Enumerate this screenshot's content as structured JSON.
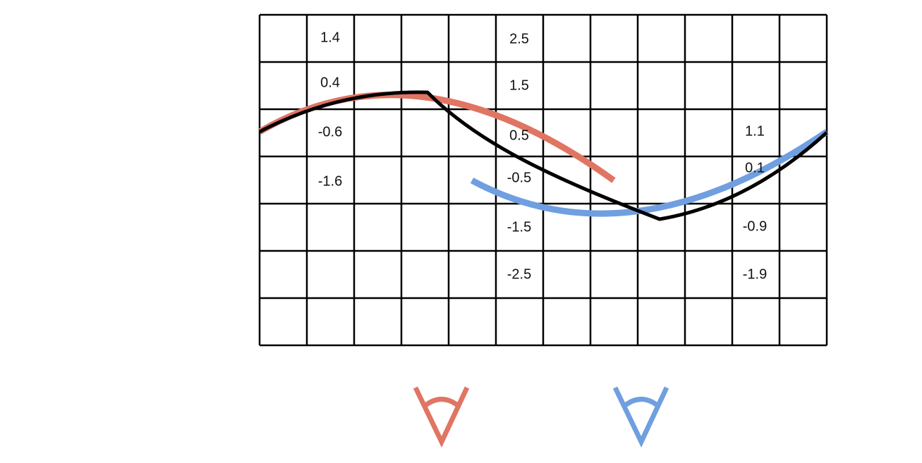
{
  "grid": {
    "columns": 12,
    "rows": 7,
    "line_color": "#000000"
  },
  "colors": {
    "red": "#e07563",
    "blue": "#6f9fe0",
    "black": "#000000"
  },
  "label_columns": {
    "left": {
      "labels": [
        "1.4",
        "0.4",
        "-0.6",
        "-1.6"
      ]
    },
    "middle": {
      "labels": [
        "2.5",
        "1.5",
        "0.5",
        "-0.5",
        "-1.5",
        "-2.5"
      ]
    },
    "right": {
      "labels": [
        "1.1",
        "0.1",
        "-0.9",
        "-1.9"
      ]
    }
  },
  "curves": {
    "red_curve": "red",
    "blue_curve": "blue",
    "black_curve": "black"
  },
  "eyes": {
    "red_eye": "eye-icon",
    "blue_eye": "eye-icon"
  }
}
